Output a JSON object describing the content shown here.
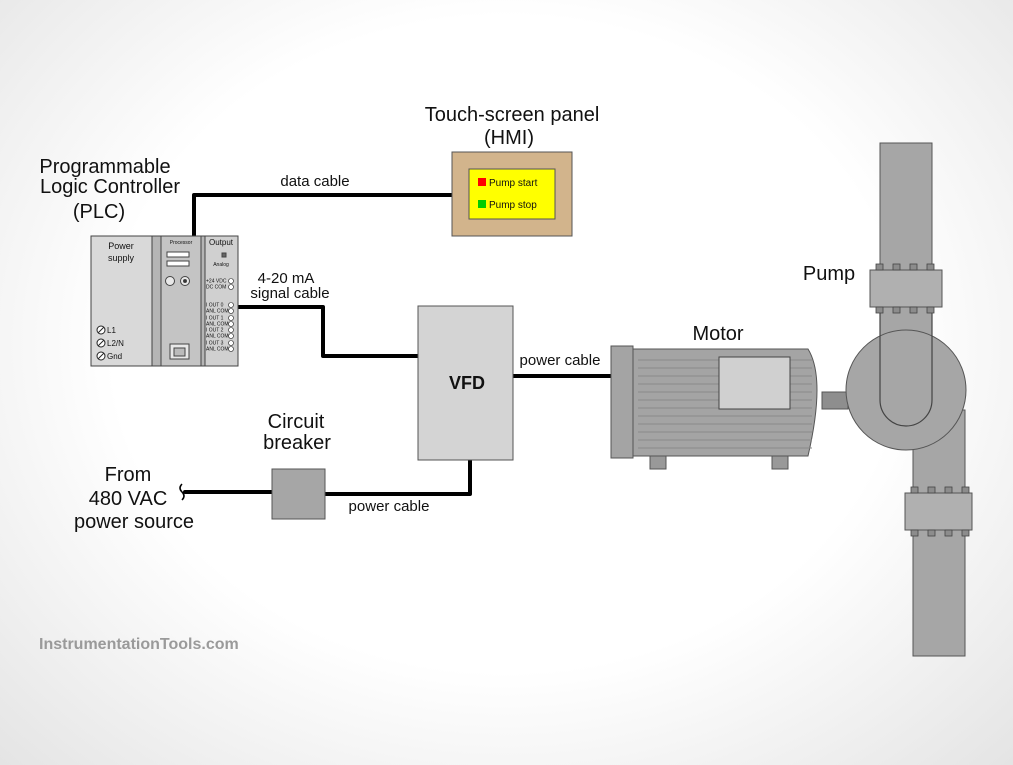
{
  "labels": {
    "plc_line1": "Programmable",
    "plc_line2": "Logic Controller",
    "plc_line3": "(PLC)",
    "hmi_line1": "Touch-screen panel",
    "hmi_line2": "(HMI)",
    "data_cable": "data cable",
    "signal_line1": "4-20 mA",
    "signal_line2": "signal cable",
    "vfd": "VFD",
    "power_cable_motor": "power cable",
    "power_cable_breaker": "power cable",
    "motor": "Motor",
    "pump": "Pump",
    "breaker_line1": "Circuit",
    "breaker_line2": "breaker",
    "source_line1": "From",
    "source_line2": "480 VAC",
    "source_line3": "power source",
    "watermark": "InstrumentationTools.com"
  },
  "hmi_buttons": {
    "start": "Pump start",
    "stop": "Pump stop"
  },
  "plc_modules": {
    "power_supply_line1": "Power",
    "power_supply_line2": "supply",
    "terminal_l1": "L1",
    "terminal_l2n": "L2/N",
    "terminal_gnd": "Gnd",
    "processor": "Processor",
    "output_line1": "Output",
    "output_line2": "Analog",
    "out_terms": [
      "+24 VDC",
      "DC COM",
      "I OUT 0",
      "ANL COM",
      "I OUT 1",
      "ANL COM",
      "I OUT 2",
      "ANL COM",
      "I OUT 3",
      "ANL COM"
    ]
  },
  "colors": {
    "hmi_frame": "#d2b48c",
    "hmi_screen": "#ffff00",
    "start_indicator": "#ff0000",
    "stop_indicator": "#00cc00",
    "equipment_gray": "#bcbcbc",
    "pipe_gray": "#a6a6a6",
    "motor_gray": "#a4a4a4",
    "cable": "#000000"
  }
}
